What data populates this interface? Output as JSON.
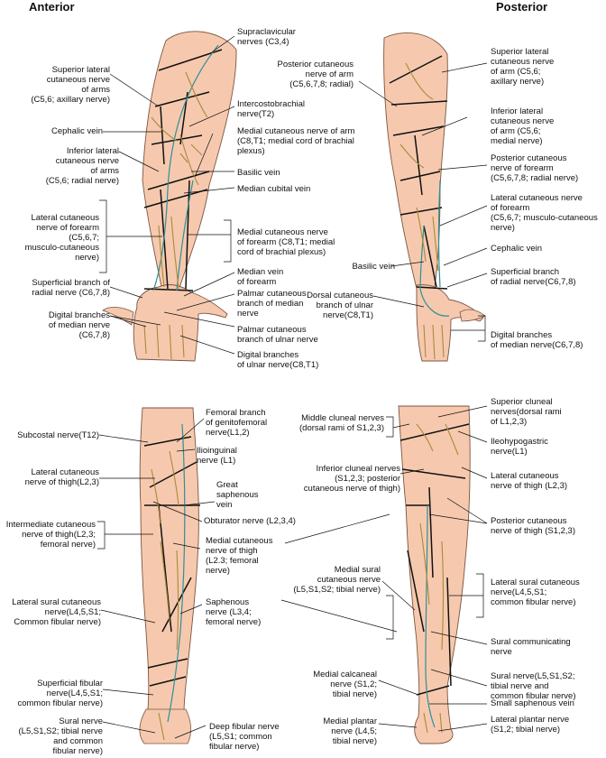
{
  "headers": {
    "anterior": "Anterior",
    "posterior": "Posterior"
  },
  "colors": {
    "skin": "#f6c9ae",
    "outline": "#7a5540",
    "nerve": "#a88a3c",
    "vein": "#2e8f98",
    "zone_border": "#111111"
  },
  "labels": {
    "supraclavicular": "Supraclavicular\nnerves (C3,4)",
    "sup_lat_cut_arms": "Superior lateral\ncutaneous nerve\nof arms\n(C5,6; axillary nerve)",
    "cephalic_vein_ant": "Cephalic vein",
    "inf_lat_cut_arms": "Inferior lateral\ncutaneous nerve\nof arms\n(C5,6; radial nerve)",
    "lat_cut_forearm_ant": "Lateral cutaneous\nnerve of forearm\n(C5,6,7;\nmusculo-cutaneous\nnerve)",
    "sup_branch_radial_ant": "Superficial branch of\nradial nerve (C6,7,8)",
    "digital_median_ant": "Digital branches\nof median nerve\n(C6,7,8)",
    "intercostobrachial": "Intercostobrachial\nnerve(T2)",
    "medial_cut_arm": "Medial cutaneous nerve of arm\n(C8,T1; medial cord of brachial\nplexus)",
    "basilic_vein_ant": "Basilic vein",
    "median_cubital": "Median cubital vein",
    "medial_cut_forearm": "Medial cutaneous nerve\nof forearm (C8,T1; medial\ncord of brachial plexus)",
    "median_vein_forearm": "Median vein\nof forearm",
    "palmar_median": "Palmar cutaneous\nbranch of median\nnerve",
    "palmar_ulnar": "Palmar cutaneous\nbranch of ulnar nerve",
    "digital_ulnar": "Digital branches\nof ulnar nerve(C8,T1)",
    "post_cut_arm": "Posterior cutaneous\nnerve of arm\n(C5,6,7,8; radial)",
    "sup_lat_cut_arm_post": "Superior lateral\ncutaneous nerve\nof arm (C5,6;\naxillary nerve)",
    "inf_lat_cut_arm_post": "Inferior lateral\ncutaneous nerve\nof arm (C5,6;\nmedial nerve)",
    "post_cut_forearm": "Posterior cutaneous\nnerve of forearm\n(C5,6,7,8; radial nerve)",
    "lat_cut_forearm_post": "Lateral cutaneous nerve\nof forearm\n(C5,6,7; musculo-cutaneous\nnerve)",
    "cephalic_vein_post": "Cephalic vein",
    "basilic_vein_post": "Basilic vein",
    "sup_branch_radial_post": "Superficial branch\nof radial nerve(C6,7,8)",
    "dorsal_cut_ulnar": "Dorsal cutaneous\nbranch of ulnar\nnerve(C8,T1)",
    "digital_median_post": "Digital branches\nof median nerve(C6,7,8)",
    "subcostal": "Subcostal nerve(T12)",
    "lat_cut_thigh_ant": "Lateral cutaneous\nnerve of thigh(L2,3)",
    "intermediate_cut_thigh": "Intermediate cutaneous\nnerve of thigh(L2,3;\nfemoral nerve)",
    "lat_sural_ant": "Lateral sural cutaneous\nnerve(L4,5,S1;\nCommon fibular nerve)",
    "sup_fibular": "Superficial fibular\nnerve(L4,5,S1;\ncommon fibular nerve)",
    "sural_ant": "Sural nerve\n(L5,S1,S2; tibial nerve\nand common\nfibular nerve)",
    "femoral_branch": "Femoral branch\nof genitofemoral\nnerve(L1,2)",
    "ilioinguinal": "Ilioinguinal\nnerve (L1)",
    "great_saphenous": "Great\nsaphenous\nvein",
    "obturator": "Obturator nerve (L2,3,4)",
    "medial_cut_thigh": "Medial cutaneous\nnerve of thigh\n(L2.3; femoral\nnerve)",
    "saphenous": "Saphenous\nnerve (L3,4;\nfemoral nerve)",
    "deep_fibular": "Deep fibular nerve\n(L5,S1; common\nfibular nerve)",
    "middle_cluneal": "Middle cluneal nerves\n(dorsal rami of S1,2,3)",
    "inferior_cluneal": "Inferior cluneal nerves\n(S1,2,3; posterior\ncutaneous nerve of thigh)",
    "medial_sural": "Medial sural\ncutaneous nerve\n(L5,S1,S2; tibial nerve)",
    "medial_calcaneal": "Medial calcaneal\nnerve (S1,2;\ntibial nerve)",
    "medial_plantar": "Medial plantar\nnerve (L4,5;\ntibial nerve)",
    "sup_cluneal": "Superior cluneal\nnerves(dorsal rami\nof L1,2,3)",
    "iliohypogastric": "Ileohypogastric\nnerve(L1)",
    "lat_cut_thigh_post": "Lateral cutaneous\nnerve of thigh (L2,3)",
    "post_cut_thigh": "Posterior cutaneous\nnerve of thigh (S1,2,3)",
    "lat_sural_post": "Lateral sural cutaneous\nnerve(L4,5,S1;\ncommon fibular nerve)",
    "sural_communicating": "Sural communicating\nnerve",
    "sural_post": "Sural nerve(L5,S1,S2;\ntibial nerve and\ncommon fibular nerve)",
    "small_saphenous": "Small saphenous vein",
    "lat_plantar": "Lateral plantar nerve\n(S1,2; tibial nerve)"
  }
}
